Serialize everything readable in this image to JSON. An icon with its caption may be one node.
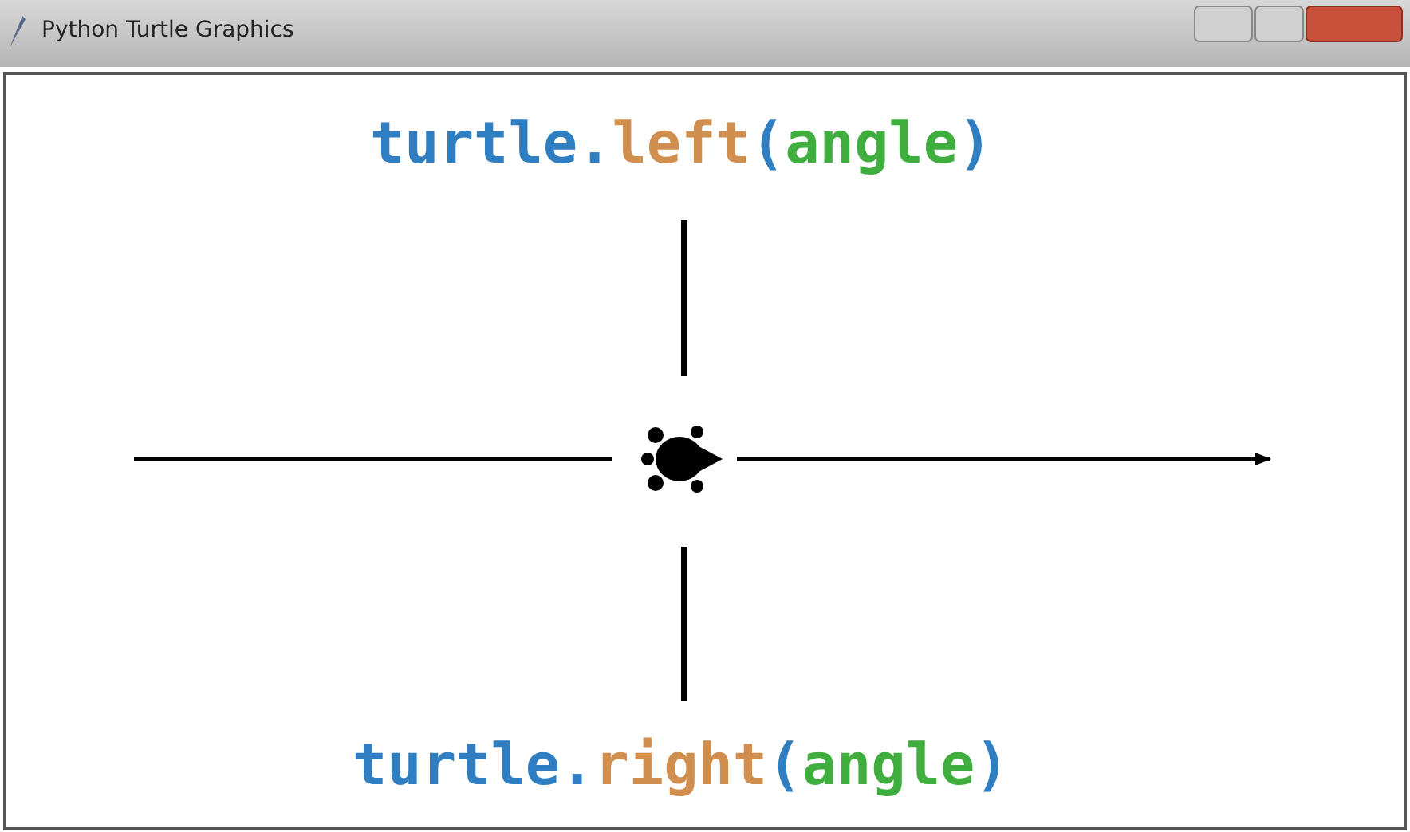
{
  "diagram": {
    "title": "Python Turtle Graphics",
    "labels": [
      "turtle.left(angle)",
      "turtle.right(angle)"
    ]
  }
}
